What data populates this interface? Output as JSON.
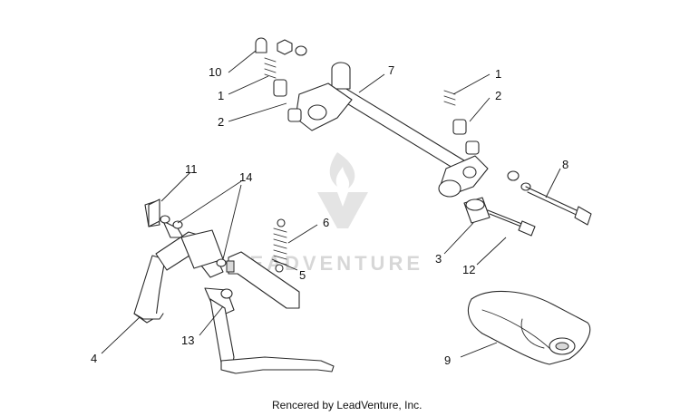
{
  "callouts": {
    "c1a": "1",
    "c1b": "1",
    "c2a": "2",
    "c2b": "2",
    "c3": "3",
    "c4": "4",
    "c5": "5",
    "c6": "6",
    "c7": "7",
    "c8": "8",
    "c9": "9",
    "c10": "10",
    "c11": "11",
    "c12": "12",
    "c13": "13",
    "c14": "14"
  },
  "watermark": {
    "text": "LEADVENTURE",
    "logo_icon": "leadventure-flame-logo-icon"
  },
  "footer": {
    "credit": "Rencered by LeadVenture, Inc."
  },
  "colors": {
    "line": "#2a2a2a",
    "watermark": "#d7d7d7",
    "background": "#ffffff"
  }
}
